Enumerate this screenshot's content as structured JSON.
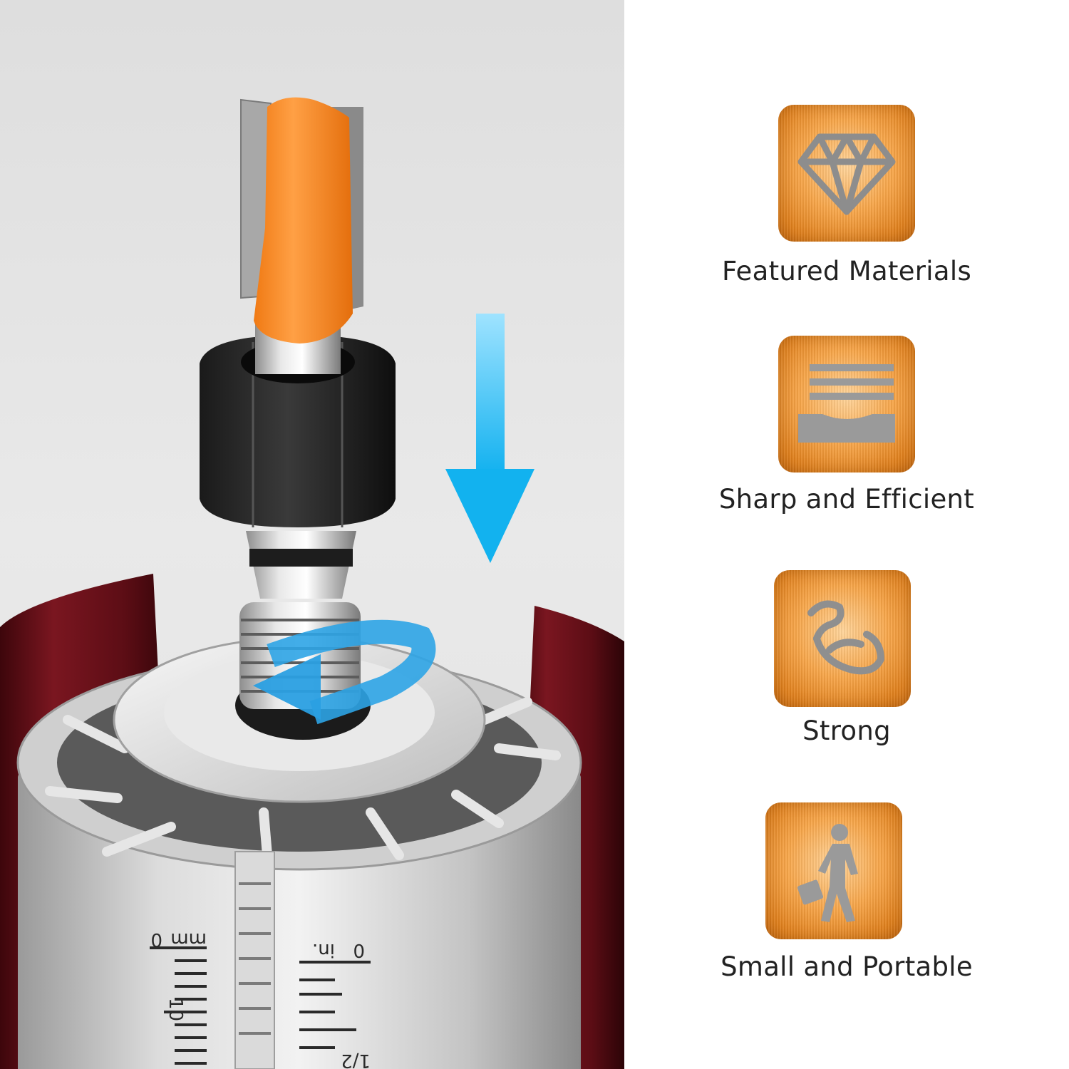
{
  "features": [
    {
      "label": "Featured Materials",
      "icon": "diamond-icon"
    },
    {
      "label": "Sharp and Efficient",
      "icon": "stacked-layers-icon"
    },
    {
      "label": "Strong",
      "icon": "flexed-arm-icon"
    },
    {
      "label": "Small and Portable",
      "icon": "walking-person-briefcase-icon"
    }
  ],
  "scale": {
    "mm_unit": "mm",
    "mm_zero": "0",
    "mm_ten": "10",
    "in_unit": "in.",
    "in_zero": "0",
    "in_half": "1/2"
  },
  "colors": {
    "tile_orange": "#f7a64a",
    "bit_orange": "#f5902a",
    "arrow_blue": "#1fb4f0",
    "router_base": "#6b0f16"
  }
}
